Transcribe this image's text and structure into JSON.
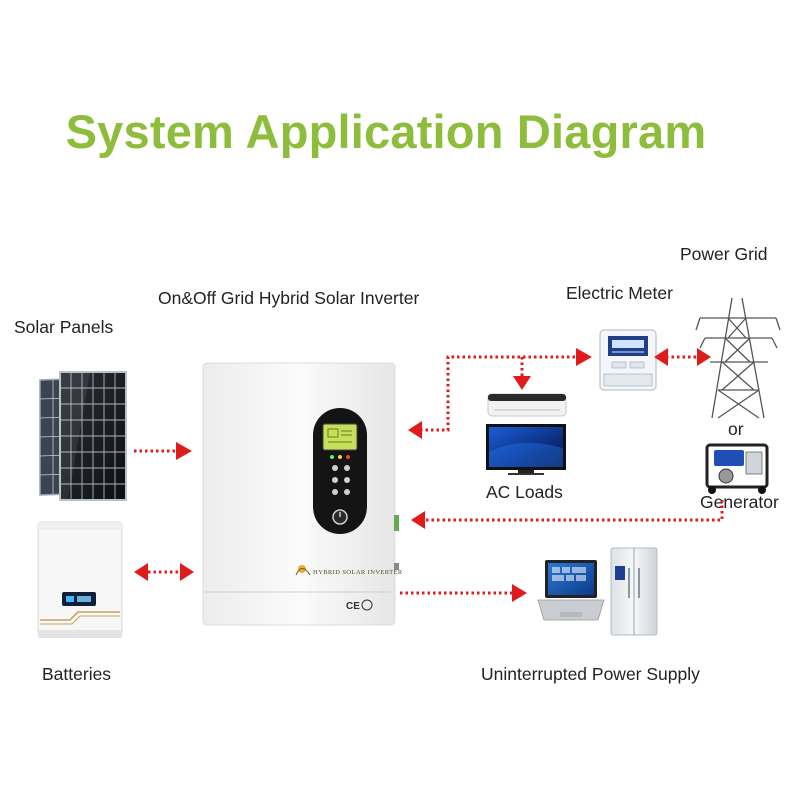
{
  "title": "System Application Diagram",
  "labels": {
    "solar_panels": "Solar Panels",
    "inverter": "On&Off Grid Hybrid Solar Inverter",
    "electric_meter": "Electric Meter",
    "power_grid": "Power Grid",
    "or": "or",
    "generator": "Generator",
    "ac_loads": "AC Loads",
    "batteries": "Batteries",
    "ups": "Uninterrupted Power Supply"
  },
  "inverter_logo_text": "HYBRID SOLAR INVERTER",
  "inverter_marks": "CE",
  "colors": {
    "title": "#8dbd3a",
    "arrow": "#e01b1b",
    "inverter_body": "#f7f7f7",
    "inverter_panel": "#141414",
    "lcd": "#c7e05a"
  }
}
